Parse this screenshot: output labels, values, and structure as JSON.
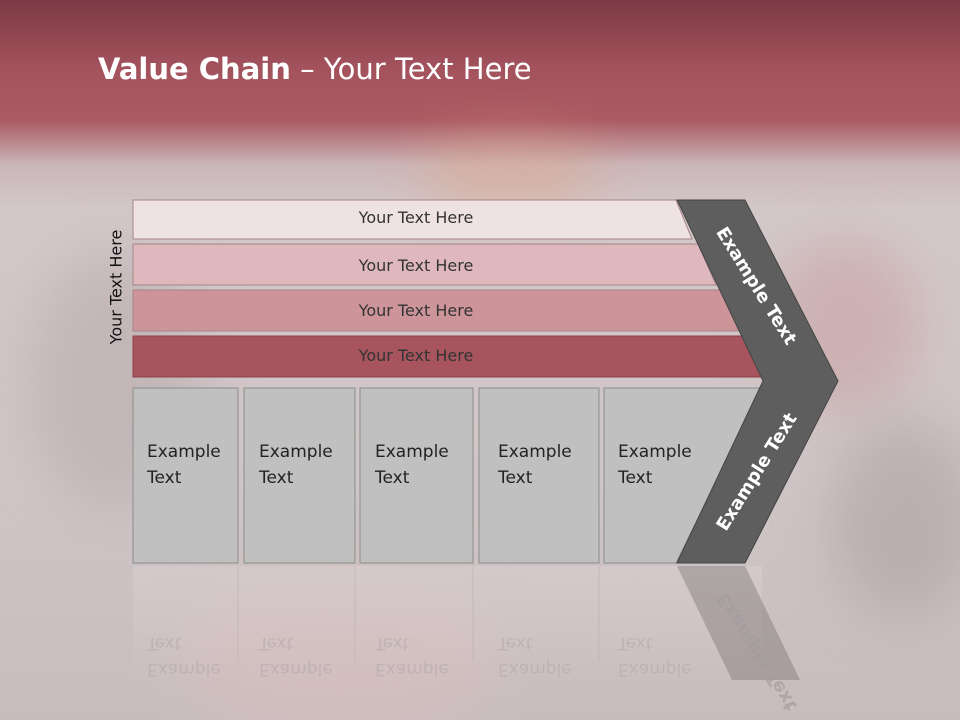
{
  "title": {
    "bold": "Value Chain",
    "rest": " – Your Text Here"
  },
  "side_label": "Your Text Here",
  "bars": [
    {
      "label": "Your Text Here",
      "color": "#efe2e3"
    },
    {
      "label": "Your Text Here",
      "color": "#deb8bc"
    },
    {
      "label": "Your Text Here",
      "color": "#cd959a"
    },
    {
      "label": "Your Text Here",
      "color": "#a8545e"
    }
  ],
  "boxes": [
    {
      "label": "Example\nText"
    },
    {
      "label": "Example\nText"
    },
    {
      "label": "Example\nText"
    },
    {
      "label": "Example\nText"
    },
    {
      "label": "Example\nText"
    }
  ],
  "chevron": {
    "upper_label": "Example Text",
    "lower_label": "Example Text",
    "color": "#5e5e5e"
  },
  "colors": {
    "box_fill": "#c0c0c0",
    "box_border": "#8c8c8c",
    "header_band": "#a4535d"
  }
}
